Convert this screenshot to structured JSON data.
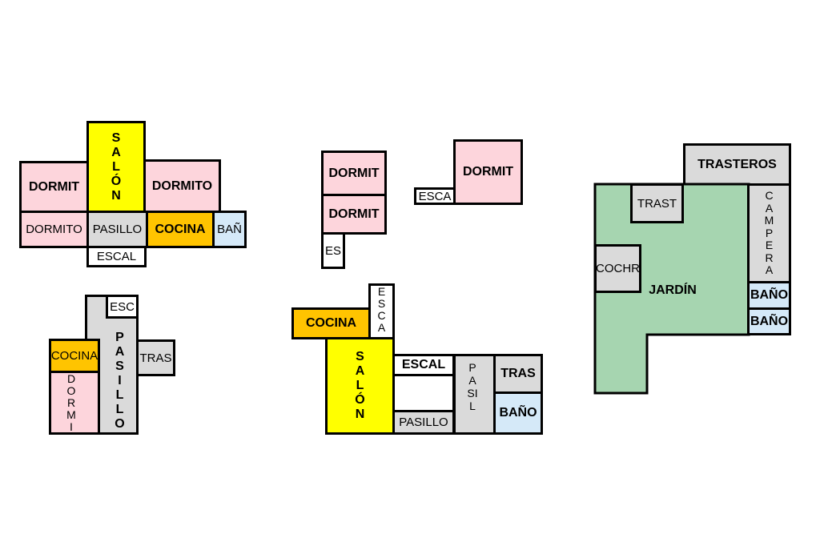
{
  "plan1": {
    "salon": "SALÓN",
    "dormit": "DORMIT",
    "dormito_right": "DORMITO",
    "dormito_lower": "DORMITO",
    "pasillo": "PASILLO",
    "cocina": "COCINA",
    "bano": "BAÑ",
    "escal": "ESCAL"
  },
  "plan2": {
    "dormit_1": "DORMIT",
    "dormit_2": "DORMIT",
    "es": "ES",
    "escal": "ESCA",
    "dormit_3": "DORMIT"
  },
  "plan3": {
    "pasillo": "PASILLO",
    "esc": "ESC",
    "cocina": "COCINA",
    "dormi": "DORMI",
    "tras": "TRAS"
  },
  "plan4": {
    "cocina": "COCINA",
    "esca": "ESCA",
    "salon": "SALÓN",
    "escal": "ESCAL",
    "pasillo": "PASILLO",
    "pasil": "PASIL",
    "tras": "TRAS",
    "bano": "BAÑO"
  },
  "plan5": {
    "trasteros": "TRASTEROS",
    "jardin": "JARDÍN",
    "trast": "TRAST",
    "cochr": "COCHR",
    "campera": "CAMPERA",
    "bano_1": "BAÑO",
    "bano_2": "BAÑO"
  },
  "colors": {
    "dormitorio": "#fdd5dc",
    "salon": "#ffff00",
    "cocina": "#ffc400",
    "bano": "#d5e9f8",
    "servicio": "#dadada",
    "jardin": "#a6d5b0"
  }
}
